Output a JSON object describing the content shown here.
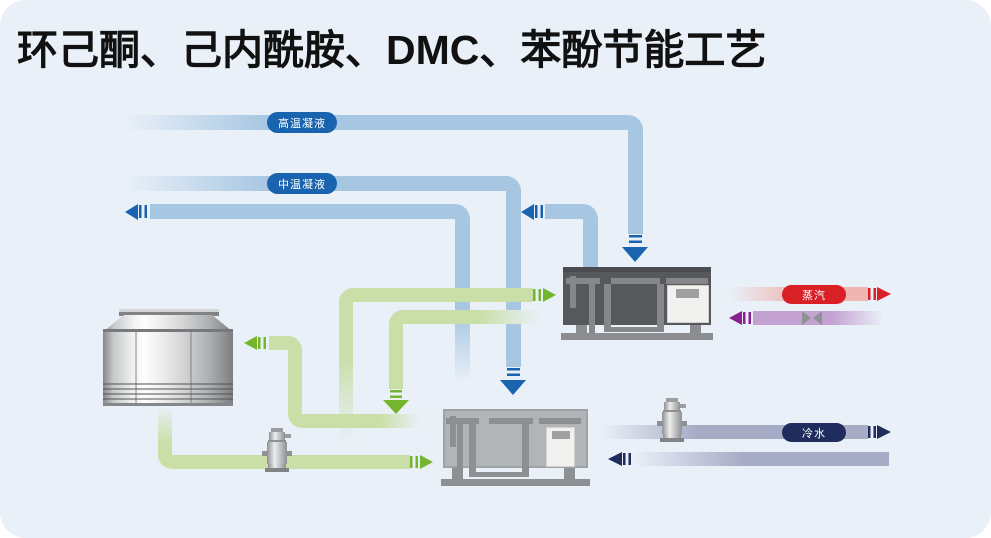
{
  "title": "环己酮、己内酰胺、DMC、苯酚节能工艺",
  "pipes": {
    "high_temp": {
      "label": "高温凝液"
    },
    "mid_temp": {
      "label": "中温凝液"
    },
    "steam": {
      "label": "蒸汽"
    },
    "cold_water": {
      "label": "冷水"
    }
  },
  "colors": {
    "card_bg": "#e9f0f8",
    "title_color": "#111111",
    "blue_pipe": "#a6c6e2",
    "blue_accent": "#1a64af",
    "green_pipe": "#c9dfa7",
    "green_accent": "#74b52d",
    "cold_pipe": "#a7acc6",
    "navy_accent": "#202c5e",
    "steam_pipe": "#efb5b1",
    "steam_accent": "#da2027",
    "purple_pipe": "#c3a1d1",
    "purple_accent": "#8b2190",
    "machine_dark": "#56585c",
    "machine_light": "#b2b5b8",
    "detail_gray": "#8b8d90"
  }
}
